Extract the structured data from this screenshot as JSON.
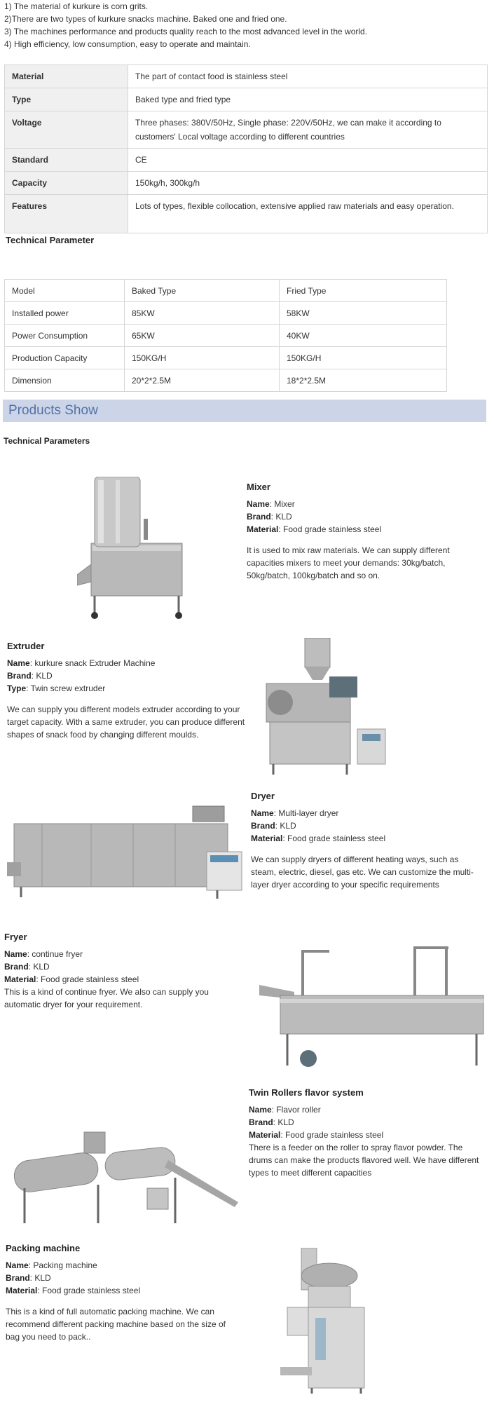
{
  "intro": [
    "1) The material of kurkure is corn grits.",
    "2)There are two types of kurkure snacks machine. Baked one and fried one.",
    "3) The machines performance and products quality reach to the most advanced level in the world.",
    "4) High efficiency, low consumption, easy to operate and maintain."
  ],
  "spec": [
    {
      "k": "Material",
      "v": "The part of contact food is stainless steel"
    },
    {
      "k": "Type",
      "v": "Baked type and fried type"
    },
    {
      "k": "Voltage",
      "v": "Three phases: 380V/50Hz, Single phase: 220V/50Hz, we can make it according to customers' Local voltage according to different countries"
    },
    {
      "k": "Standard",
      "v": "CE"
    },
    {
      "k": "Capacity",
      "v": "150kg/h, 300kg/h"
    },
    {
      "k": "Features",
      "v": "Lots of types, flexible collocation, extensive applied raw materials  and easy operation."
    }
  ],
  "tech_title": "Technical Parameter",
  "tech": [
    [
      "Model",
      "Baked Type",
      "Fried Type"
    ],
    [
      "Installed power",
      "85KW",
      "58KW"
    ],
    [
      "Power Consumption",
      "65KW",
      "40KW"
    ],
    [
      "Production Capacity",
      "150KG/H",
      "150KG/H"
    ],
    [
      "Dimension",
      "20*2*2.5M",
      "18*2*2.5M"
    ]
  ],
  "banner": "Products Show",
  "tech2_title": "Technical Parameters",
  "labels": {
    "name": "Name",
    "brand": "Brand",
    "material": "Material",
    "type": "Type"
  },
  "mixer": {
    "title": "Mixer",
    "name": ": Mixer",
    "brand": ": KLD",
    "material": ": Food grade stainless steel",
    "desc": "It is used to mix raw materials. We can supply different capacities mixers to meet your demands: 30kg/batch, 50kg/batch, 100kg/batch and so on."
  },
  "extruder": {
    "title": "Extruder",
    "name": ": kurkure snack  Extruder Machine",
    "brand": ": KLD",
    "type": ": Twin screw extruder",
    "desc": "We can supply you different models extruder according to your target capacity. With a same extruder, you can produce different shapes of snack food by changing different moulds."
  },
  "dryer": {
    "title": "Dryer",
    "name": ": Multi-layer dryer",
    "brand": ": KLD",
    "material": ": Food grade stainless steel",
    "desc": "We can supply dryers of different heating ways, such as steam, electric, diesel, gas etc. We can customize the multi-layer dryer according to your specific requirements"
  },
  "fryer": {
    "title": "Fryer",
    "name": ": continue fryer",
    "brand": ": KLD",
    "material": ": Food grade stainless steel",
    "desc": "This is a kind of continue fryer. We also can supply you automatic dryer for your requirement."
  },
  "roller": {
    "title": "Twin Rollers flavor system",
    "name": ": Flavor roller",
    "brand": ": KLD",
    "material": ": Food grade stainless steel",
    "desc": "There is a feeder on the roller to spray flavor powder. The drums can make the products flavored well. We have different types to meet different capacities"
  },
  "packing": {
    "title": "Packing machine",
    "name": ": Packing machine",
    "brand": ": KLD",
    "material": ": Food grade stainless steel",
    "desc": "This is a kind of full automatic packing machine. We can recommend different packing machine based on the size of bag you need to pack.."
  }
}
